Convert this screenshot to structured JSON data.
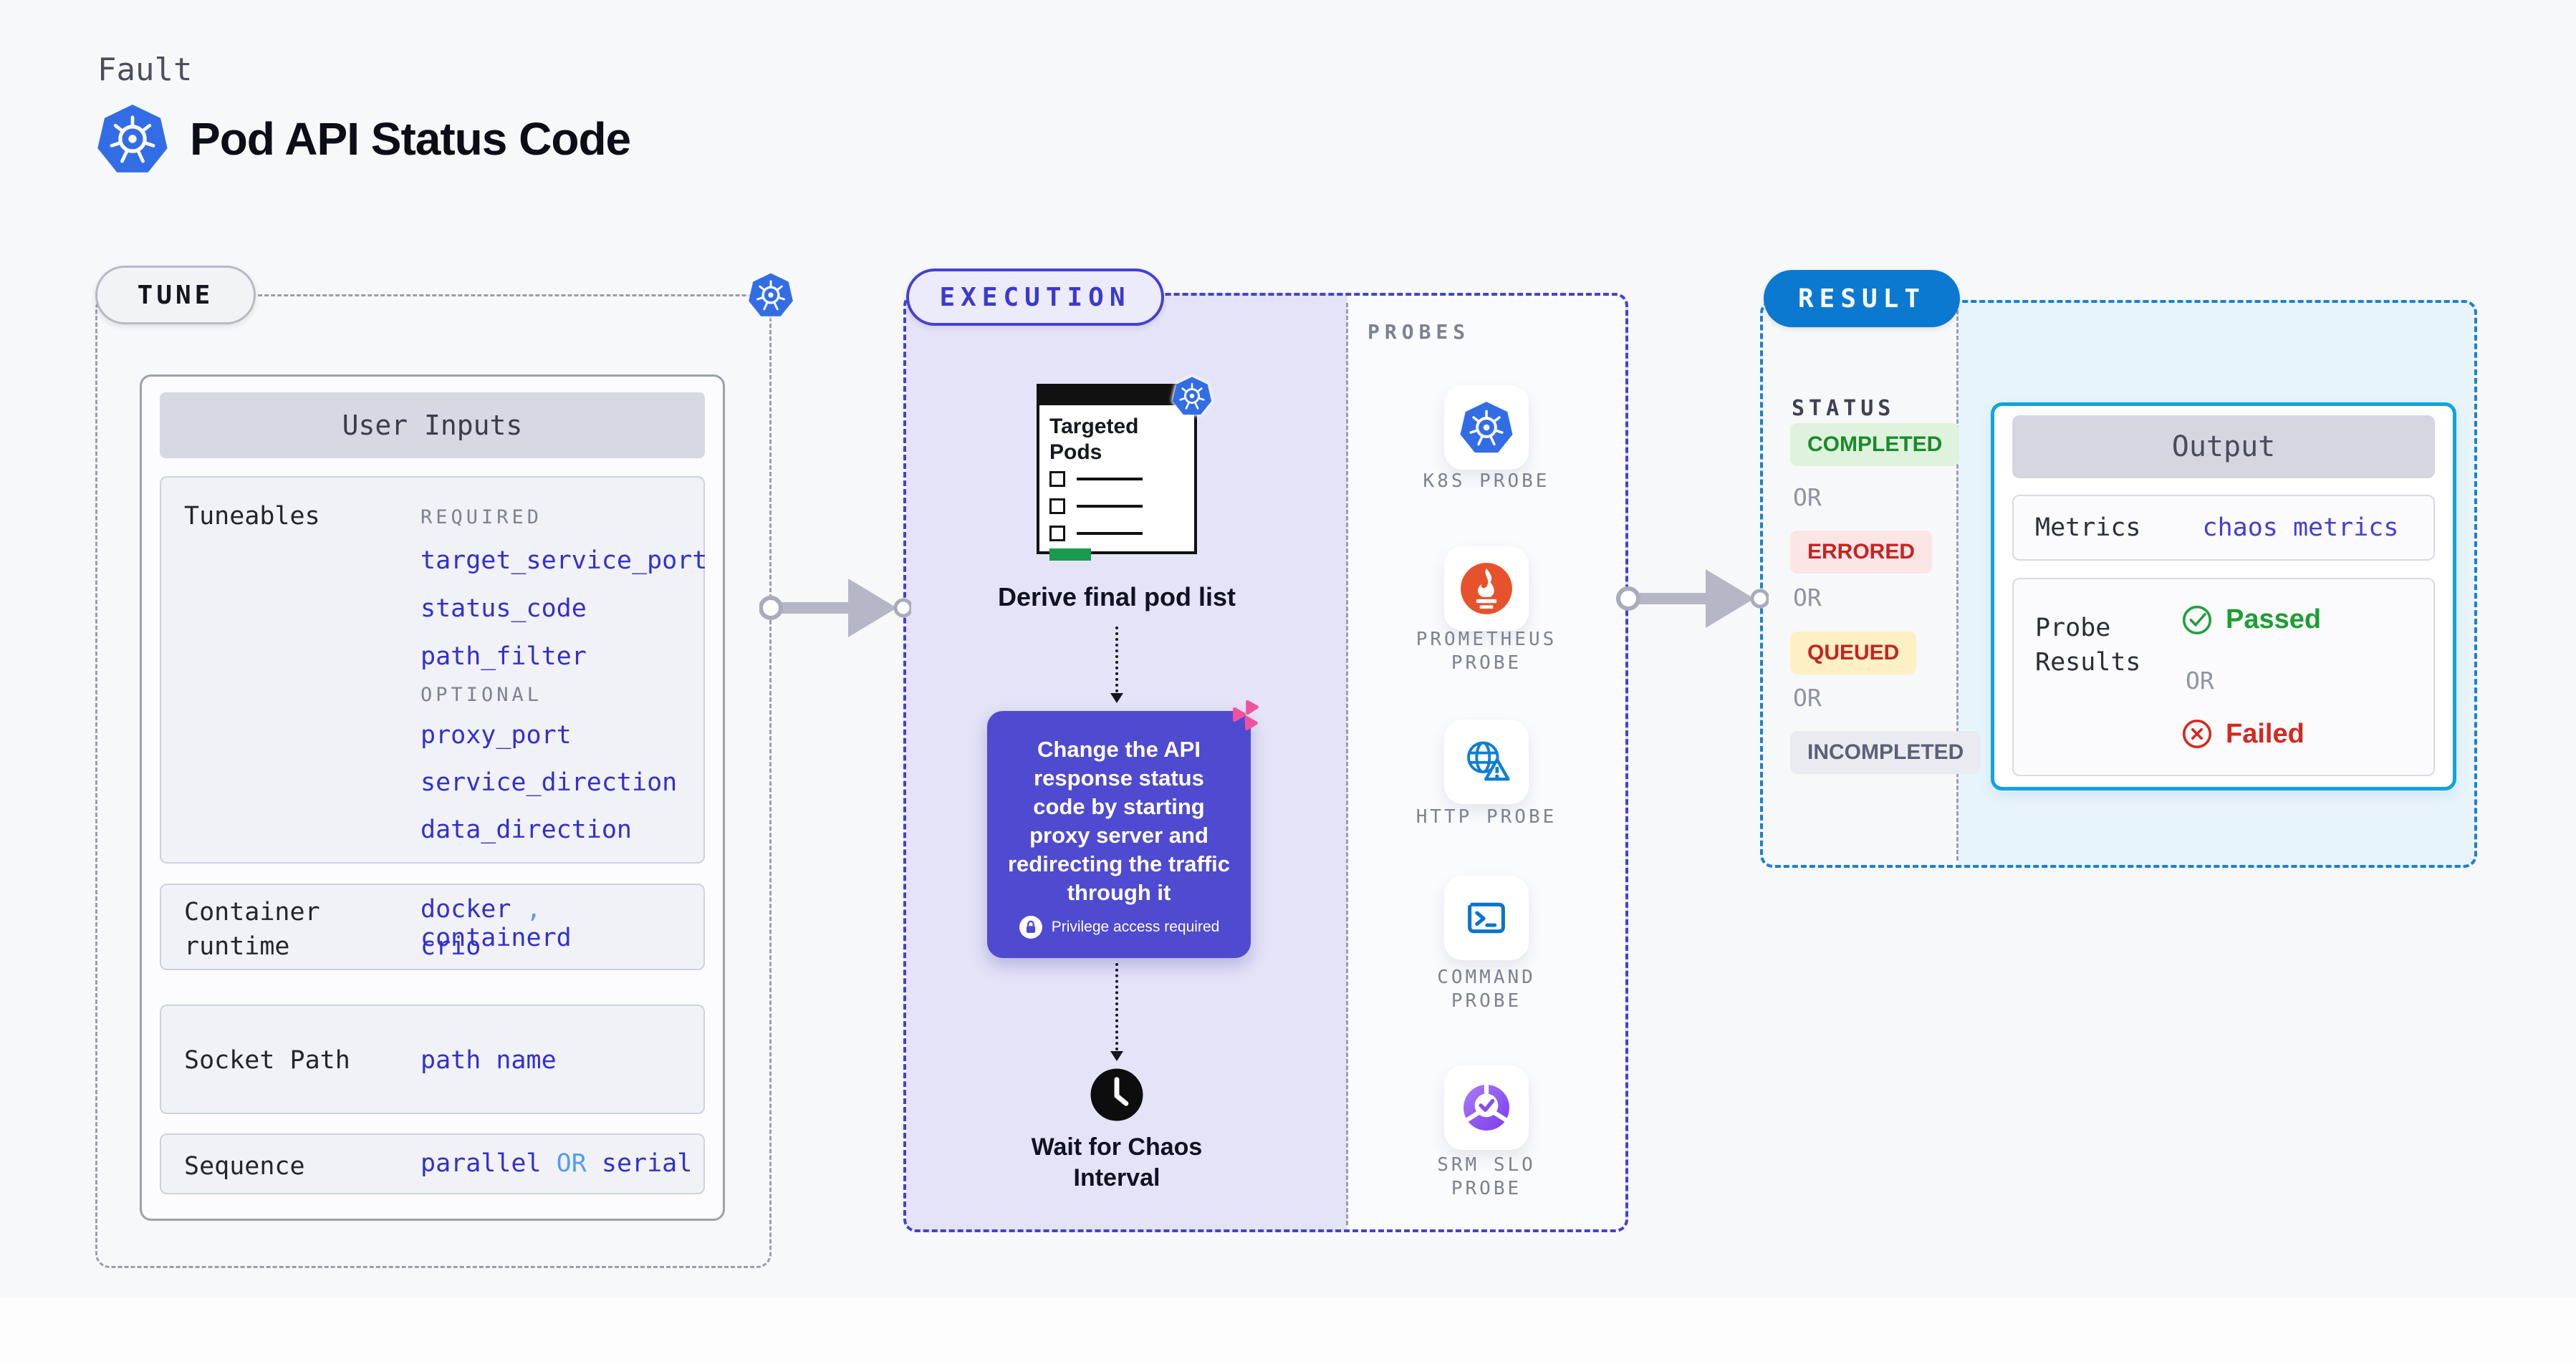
{
  "header": {
    "category": "Fault",
    "title": "Pod API Status Code"
  },
  "tune": {
    "label": "TUNE",
    "user_inputs": {
      "title": "User Inputs",
      "tuneables": {
        "label": "Tuneables",
        "required_label": "REQUIRED",
        "required": [
          "target_service_port",
          "status_code",
          "path_filter"
        ],
        "optional_label": "OPTIONAL",
        "optional": [
          "proxy_port",
          "service_direction",
          "data_direction"
        ]
      },
      "container_runtime": {
        "label": "Container runtime",
        "value_1": "docker",
        "comma": ",",
        "value_2": "containerd",
        "value_3": "crio"
      },
      "socket_path": {
        "label": "Socket Path",
        "value": "path name"
      },
      "sequence": {
        "label": "Sequence",
        "value_1": "parallel",
        "or": "OR",
        "value_2": "serial"
      }
    }
  },
  "execution": {
    "label": "EXECUTION",
    "targeted_pods": {
      "title": "Targeted Pods"
    },
    "derive_label": "Derive final pod list",
    "action": {
      "text": "Change the API response status code by starting proxy server and redirecting the traffic through it",
      "privilege": "Privilege access required"
    },
    "wait_label": "Wait for Chaos Interval"
  },
  "probes": {
    "label": "PROBES",
    "items": [
      {
        "name": "K8S PROBE",
        "icon": "k8s-icon"
      },
      {
        "name": "PROMETHEUS PROBE",
        "icon": "prometheus-icon"
      },
      {
        "name": "HTTP PROBE",
        "icon": "http-probe-icon"
      },
      {
        "name": "COMMAND PROBE",
        "icon": "command-probe-icon"
      },
      {
        "name": "SRM SLO PROBE",
        "icon": "srm-slo-probe-icon"
      }
    ]
  },
  "result": {
    "label": "RESULT",
    "status_label": "STATUS",
    "or": "OR",
    "statuses": [
      {
        "text": "COMPLETED"
      },
      {
        "text": "ERRORED"
      },
      {
        "text": "QUEUED"
      },
      {
        "text": "INCOMPLETED"
      }
    ],
    "output": {
      "title": "Output",
      "metrics_label": "Metrics",
      "metrics_value": "chaos metrics",
      "probe_results_label": "Probe Results",
      "passed": "Passed",
      "or": "OR",
      "failed": "Failed"
    }
  },
  "colors": {
    "accent_indigo": "#4440d4",
    "accent_blue": "#0b79d0",
    "cyan_border": "#10a3de",
    "code_text": "#332fd0",
    "code_alt_blue": "#4f9cf7",
    "green": "#1d9e31",
    "red": "#d6281e",
    "prometheus_orange": "#e6522c",
    "action_purple": "#4f4ad0",
    "pink": "#f0539c",
    "k8s_blue": "#326de6"
  }
}
